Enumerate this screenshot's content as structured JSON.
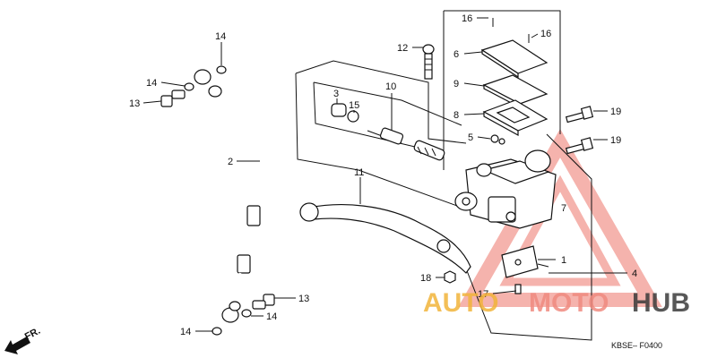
{
  "diagram": {
    "callouts": [
      {
        "id": "c16a",
        "text": "16"
      },
      {
        "id": "c16b",
        "text": "16"
      },
      {
        "id": "c6",
        "text": "6"
      },
      {
        "id": "c12",
        "text": "12"
      },
      {
        "id": "c9",
        "text": "9"
      },
      {
        "id": "c8",
        "text": "8"
      },
      {
        "id": "c5",
        "text": "5"
      },
      {
        "id": "c19a",
        "text": "19"
      },
      {
        "id": "c19b",
        "text": "19"
      },
      {
        "id": "c3",
        "text": "3"
      },
      {
        "id": "c15",
        "text": "15"
      },
      {
        "id": "c10",
        "text": "10"
      },
      {
        "id": "c14a",
        "text": "14"
      },
      {
        "id": "c14b",
        "text": "14"
      },
      {
        "id": "c13a",
        "text": "13"
      },
      {
        "id": "c2",
        "text": "2"
      },
      {
        "id": "c11",
        "text": "11"
      },
      {
        "id": "c7",
        "text": "7"
      },
      {
        "id": "c1",
        "text": "1"
      },
      {
        "id": "c4",
        "text": "4"
      },
      {
        "id": "c18",
        "text": "18"
      },
      {
        "id": "c17",
        "text": "17"
      },
      {
        "id": "c13b",
        "text": "13"
      },
      {
        "id": "c14c",
        "text": "14"
      },
      {
        "id": "c14d",
        "text": "14"
      }
    ],
    "direction_label": "FR.",
    "diagram_code": "KBSE– F0400"
  },
  "watermark": {
    "word_a": "AUTO",
    "word_b": "MOTO",
    "word_c": "HUB",
    "color_a": "#f2b43a",
    "color_b": "#f08a80",
    "color_c": "#3b3b3b",
    "triangle_color": "#f29a92"
  }
}
